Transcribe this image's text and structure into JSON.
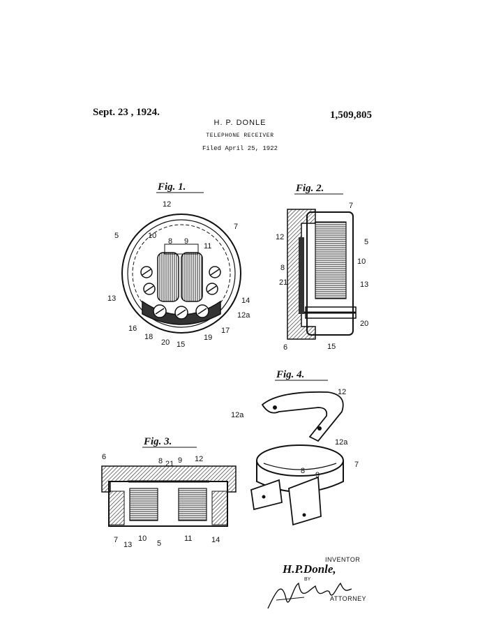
{
  "header": {
    "date": "Sept. 23 , 1924.",
    "patent_number": "1,509,805",
    "inventor": "H. P. DONLE",
    "title": "TELEPHONE RECEIVER",
    "filed": "Filed April 25, 1922"
  },
  "figures": {
    "fig1": "Fig. 1.",
    "fig2": "Fig. 2.",
    "fig3": "Fig. 3.",
    "fig4": "Fig. 4."
  },
  "fig1_labels": [
    "12",
    "5",
    "10",
    "8",
    "9",
    "7",
    "11",
    "13",
    "14",
    "12a",
    "16",
    "18",
    "20",
    "15",
    "19",
    "17"
  ],
  "fig2_labels": [
    "7",
    "12",
    "5",
    "8",
    "10",
    "21",
    "13",
    "20",
    "6",
    "15"
  ],
  "fig3_labels": [
    "6",
    "8",
    "21",
    "9",
    "12",
    "7",
    "13",
    "10",
    "5",
    "11",
    "14"
  ],
  "fig4_labels": [
    "12",
    "12a",
    "12a",
    "7",
    "8",
    "9"
  ],
  "signature": {
    "inventor_label": "INVENTOR",
    "name": "H.P.Donle,",
    "by": "BY",
    "attorney": "ATTORNEY"
  }
}
